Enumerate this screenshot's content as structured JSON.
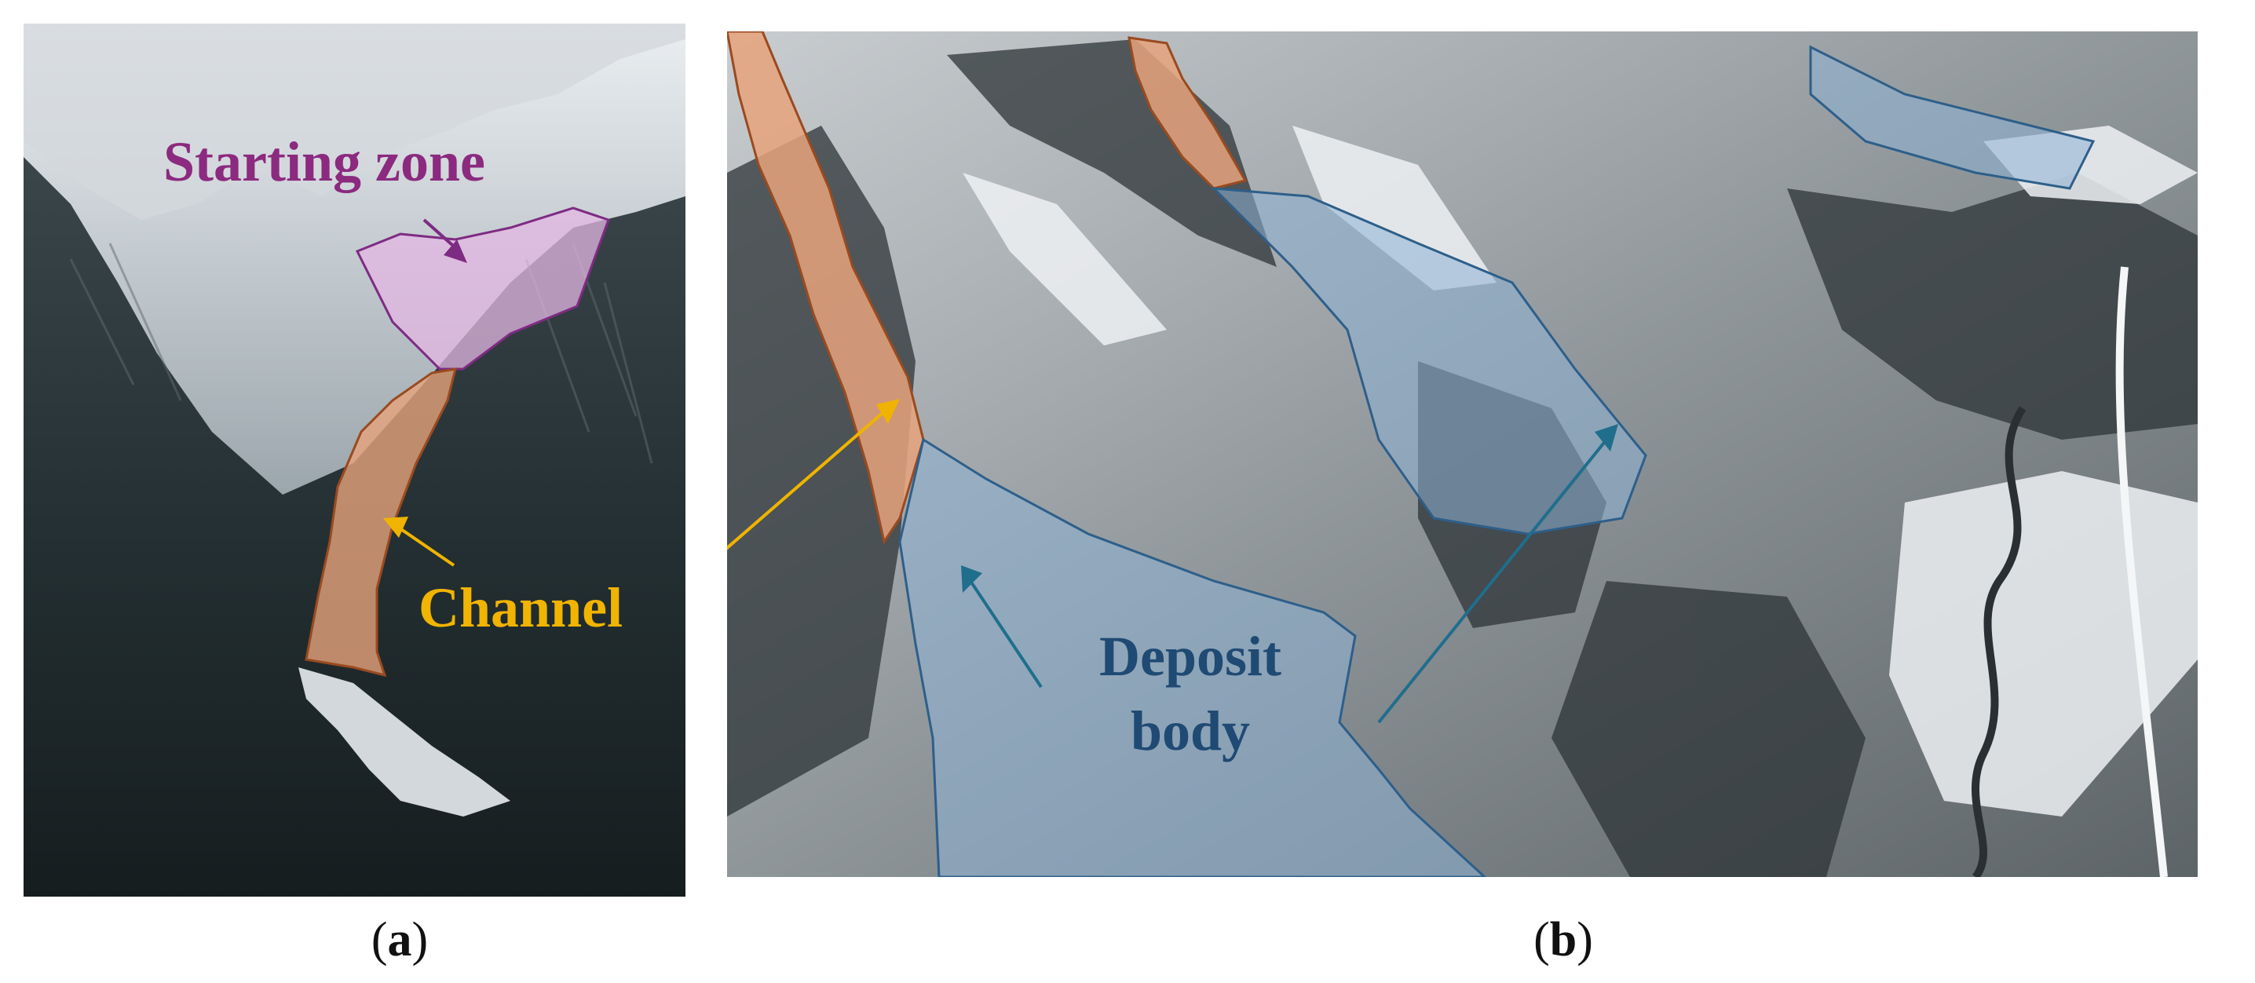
{
  "figure": {
    "panel_a": {
      "caption": "a",
      "labels": {
        "starting_zone": "Starting zone",
        "channel": "Channel"
      }
    },
    "panel_b": {
      "caption": "b",
      "labels": {
        "deposit_line1": "Deposit",
        "deposit_line2": "body"
      }
    }
  },
  "colors": {
    "starting_zone_label": "#8b2a7f",
    "starting_zone_fill": "#e3b7e3",
    "starting_zone_stroke": "#7e2b83",
    "channel_label": "#f1b400",
    "channel_fill": "#e6a37c",
    "channel_stroke": "#9a4a1f",
    "deposit_label": "#1f4a73",
    "deposit_fill": "#8eb2d6",
    "deposit_stroke": "#2d5f8a",
    "arrow_yellow": "#f0b400",
    "arrow_teal": "#1f6e8c"
  }
}
